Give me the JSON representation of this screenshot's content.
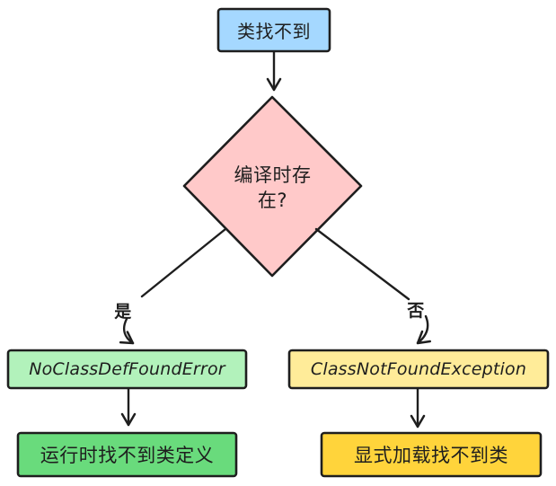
{
  "canvas": {
    "background": "#ffffff",
    "stroke": "#1e1e1e"
  },
  "flowchart": {
    "start_node": {
      "label": "类找不到",
      "fill": "#a5d8ff"
    },
    "decision_node": {
      "line1": "编译时存",
      "line2": "在?",
      "fill": "#ffc9c9"
    },
    "branches": {
      "yes_label": "是",
      "no_label": "否"
    },
    "yes_path": {
      "error_node": {
        "label": "NoClassDefFoundError",
        "fill": "#b2f2bb"
      },
      "desc_node": {
        "label": "运行时找不到类定义",
        "fill": "#69db7c"
      }
    },
    "no_path": {
      "error_node": {
        "label": "ClassNotFoundException",
        "fill": "#ffec99"
      },
      "desc_node": {
        "label": "显式加载找不到类",
        "fill": "#ffd43b"
      }
    }
  }
}
